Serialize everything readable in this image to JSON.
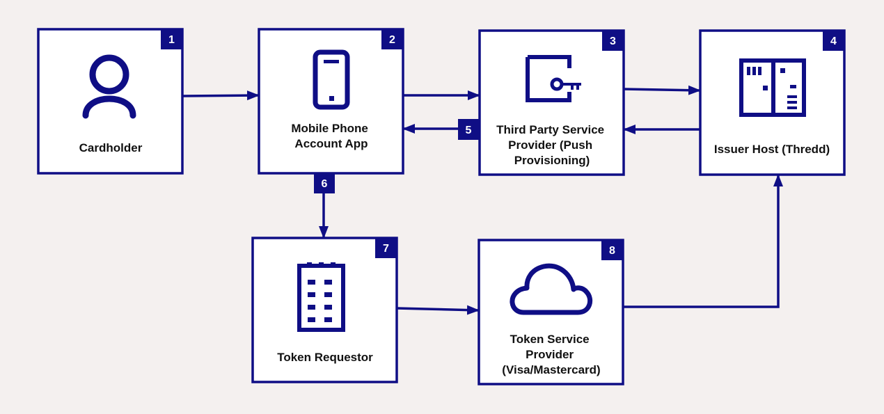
{
  "colors": {
    "navy": "#0f0e85",
    "box_fill": "#ffffff",
    "background": "#f4f0ef",
    "text": "#111111"
  },
  "nodes": [
    {
      "id": "cardholder",
      "badge": "1",
      "icon": "person-icon",
      "lines": [
        "Cardholder"
      ]
    },
    {
      "id": "mobile-app",
      "badge": "2",
      "icon": "mobile-phone-icon",
      "lines": [
        "Mobile Phone",
        "Account App"
      ]
    },
    {
      "id": "third-party",
      "badge": "3",
      "icon": "wallet-key-icon",
      "lines": [
        "Third Party Service",
        "Provider (Push",
        "Provisioning)"
      ]
    },
    {
      "id": "issuer-host",
      "badge": "4",
      "icon": "server-cabinet-icon",
      "lines": [
        "Issuer Host (Thredd)"
      ]
    },
    {
      "id": "token-requestor",
      "badge": "7",
      "icon": "office-building-icon",
      "lines": [
        "Token Requestor"
      ]
    },
    {
      "id": "token-service",
      "badge": "8",
      "icon": "cloud-icon",
      "lines": [
        "Token Service",
        "Provider",
        "(Visa/Mastercard)"
      ]
    }
  ],
  "step_badges": [
    {
      "id": "step-5",
      "label": "5"
    },
    {
      "id": "step-6",
      "label": "6"
    }
  ],
  "connections": [
    {
      "from": "cardholder",
      "to": "mobile-app"
    },
    {
      "from": "mobile-app",
      "to": "third-party"
    },
    {
      "from": "third-party",
      "to": "issuer-host"
    },
    {
      "from": "issuer-host",
      "to": "third-party"
    },
    {
      "from": "third-party",
      "to": "mobile-app"
    },
    {
      "from": "mobile-app",
      "to": "token-requestor"
    },
    {
      "from": "token-requestor",
      "to": "token-service"
    },
    {
      "from": "token-service",
      "to": "issuer-host"
    }
  ]
}
